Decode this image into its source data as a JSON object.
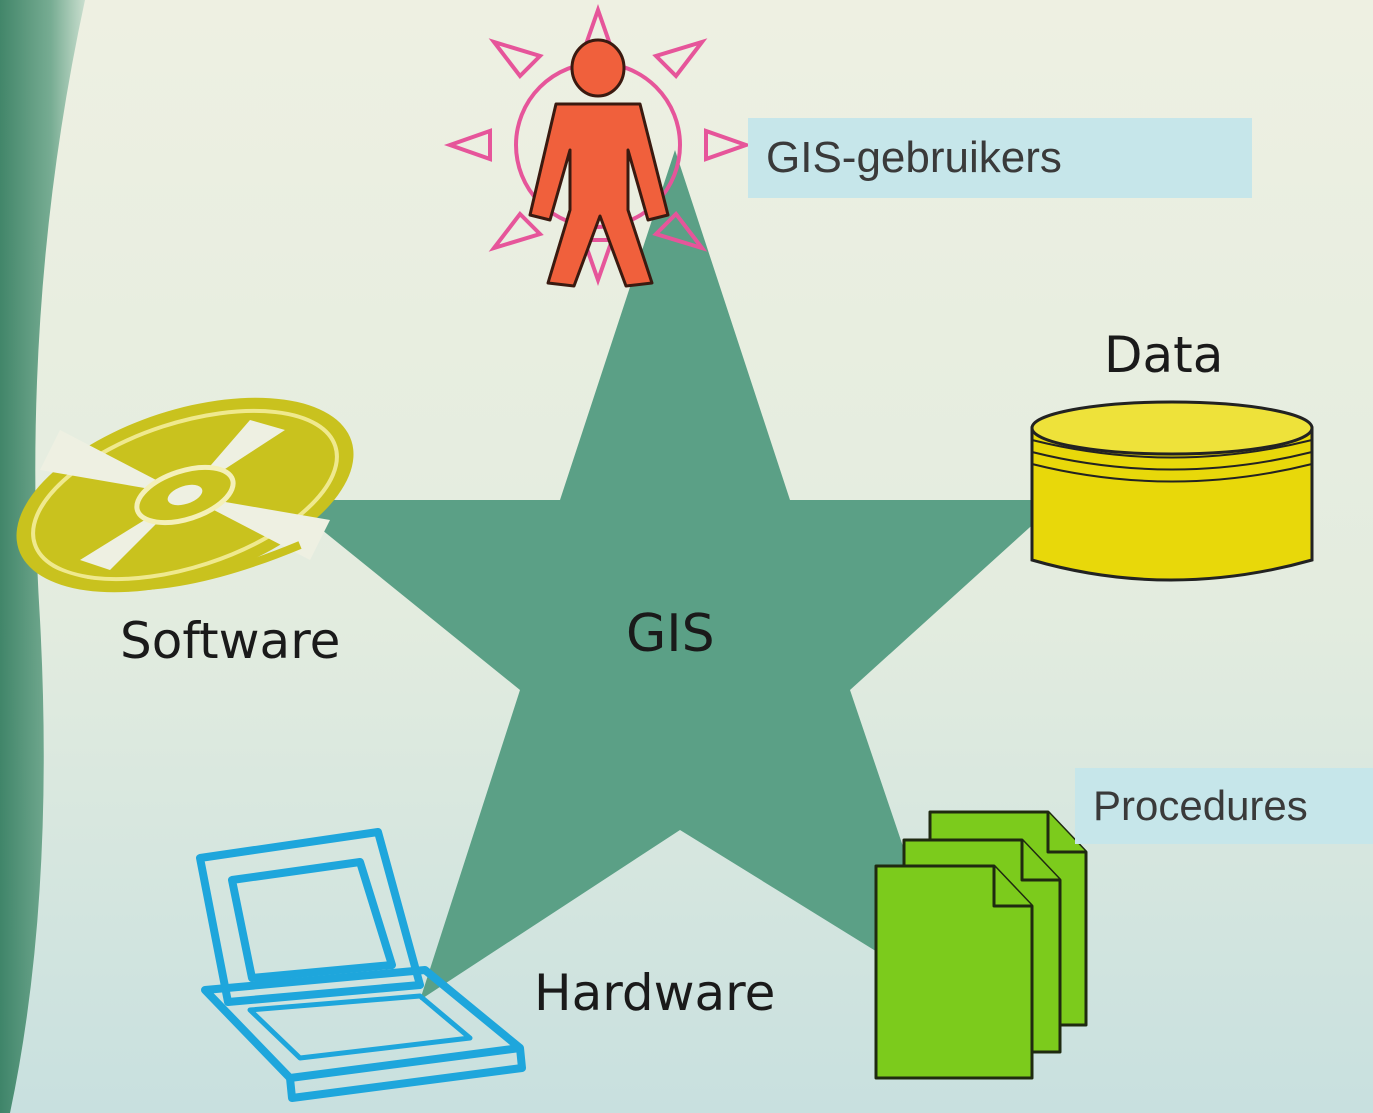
{
  "diagram": {
    "center_label": "GIS",
    "components": {
      "users": {
        "label": "GIS-gebruikers",
        "icon": "person-icon"
      },
      "data": {
        "label": "Data",
        "icon": "database-icon"
      },
      "software": {
        "label": "Software",
        "icon": "cd-disc-icon"
      },
      "hardware": {
        "label": "Hardware",
        "icon": "laptop-icon"
      },
      "procedures": {
        "label": "Procedures",
        "icon": "documents-icon"
      }
    }
  },
  "colors": {
    "star": "#5ba086",
    "label_box": "#c6e6ea",
    "person": "#f0603c",
    "sun_rays": "#e6559a",
    "database": "#e8d80a",
    "disc": "#c9c21e",
    "laptop": "#1ea6dc",
    "documents": "#7ccb1c"
  }
}
